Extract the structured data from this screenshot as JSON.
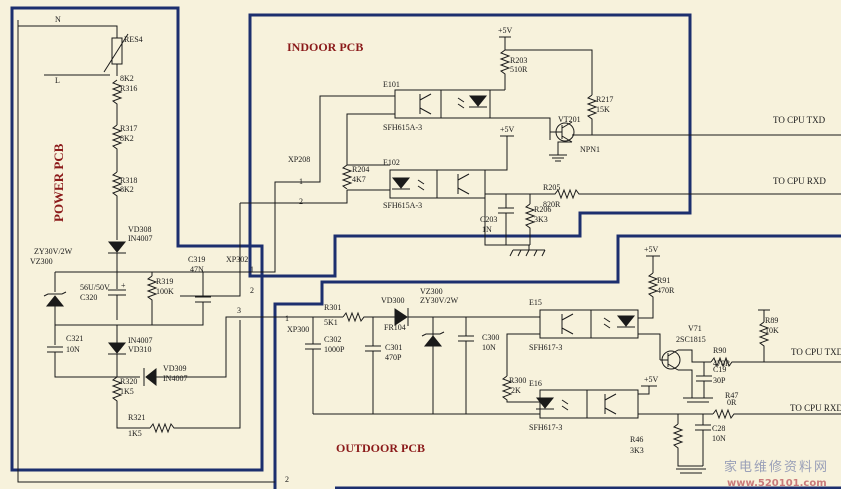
{
  "sections": {
    "power_pcb": "POWER  PCB",
    "indoor_pcb": "INDOOR  PCB",
    "outdoor_pcb": "OUTDOOR PCB"
  },
  "power": {
    "n_label": "N",
    "l_label": "L",
    "res4": "RES4",
    "r316_val": "8K2",
    "r316": "R316",
    "r317": "R317",
    "r317_val": "8K2",
    "r318": "R318",
    "r318_val": "8K2",
    "vd308": "VD308",
    "vd308_val": "IN4007",
    "zener_val": "ZY30V/2W",
    "vz300": "VZ300",
    "c320_val": "56U/50V",
    "c320": "C320",
    "r319": "R319",
    "r319_val": "100K",
    "c319": "C319",
    "c319_val": "47N",
    "xp302": "XP302",
    "c321": "C321",
    "c321_val": "10N",
    "vd307_val": "IN4007",
    "vd310": "VD310",
    "vd309": "VD309",
    "vd309_val": "IN4007",
    "r320": "R320",
    "r320_val": "1K5",
    "r321": "R321",
    "r321_val": "1K5",
    "pin1": "1",
    "pin2": "2",
    "pin3": "3"
  },
  "indoor": {
    "v5a": "+5V",
    "r203": "R203",
    "r203_val": "510R",
    "e101": "E101",
    "e101_part": "SFH615A-3",
    "r217": "R217",
    "r217_val": "15K",
    "vt201": "VT201",
    "npn1": "NPN1",
    "to_txd": "TO CPU  TXD",
    "xp208": "XP208",
    "pin1": "1",
    "pin2": "2",
    "r204": "R204",
    "r204_val": "4K7",
    "e102": "E102",
    "e102_part": "SFH615A-3",
    "v5b": "+5V",
    "to_rxd": "TO CPU  RXD",
    "r205": "R205",
    "r205_val": "820R",
    "r206": "R206",
    "r206_val": "3K3",
    "c203": "C203",
    "c203_val": "1N"
  },
  "outdoor": {
    "v5a": "+5V",
    "r91": "R91",
    "r91_val": "470R",
    "r89": "R89",
    "r89_val": "10K",
    "r301": "R301",
    "r301_val": "5K1",
    "vd300": "VD300",
    "vd300_val": "FR104",
    "vz300": "VZ300",
    "vz300_val": "ZY30V/2W",
    "e15": "E15",
    "e15_part": "SFH617-3",
    "v71": "V71",
    "v71_val": "2SC1815",
    "xp300": "XP300",
    "pin1": "1",
    "pin2": "2",
    "c302": "C302",
    "c302_val": "1000P",
    "c301": "C301",
    "c301_val": "470P",
    "c300": "C300",
    "c300_val": "10N",
    "r90": "R90",
    "r90_val": "470R",
    "c19": "C19",
    "c19_val": "30P",
    "to_txd": "TO CPU TXD",
    "r300": "R300",
    "r300_val": "2K",
    "v5b": "+5V",
    "e16": "E16",
    "e16_part": "SFH617-3",
    "r47": "R47",
    "r47_val": "0R",
    "to_rxd": "TO CPU RXD",
    "c28": "C28",
    "c28_val": "10N",
    "r46": "R46",
    "r46_val": "3K3"
  },
  "watermark": {
    "cn": "家电维修资料网",
    "url": "www.520101.com"
  }
}
